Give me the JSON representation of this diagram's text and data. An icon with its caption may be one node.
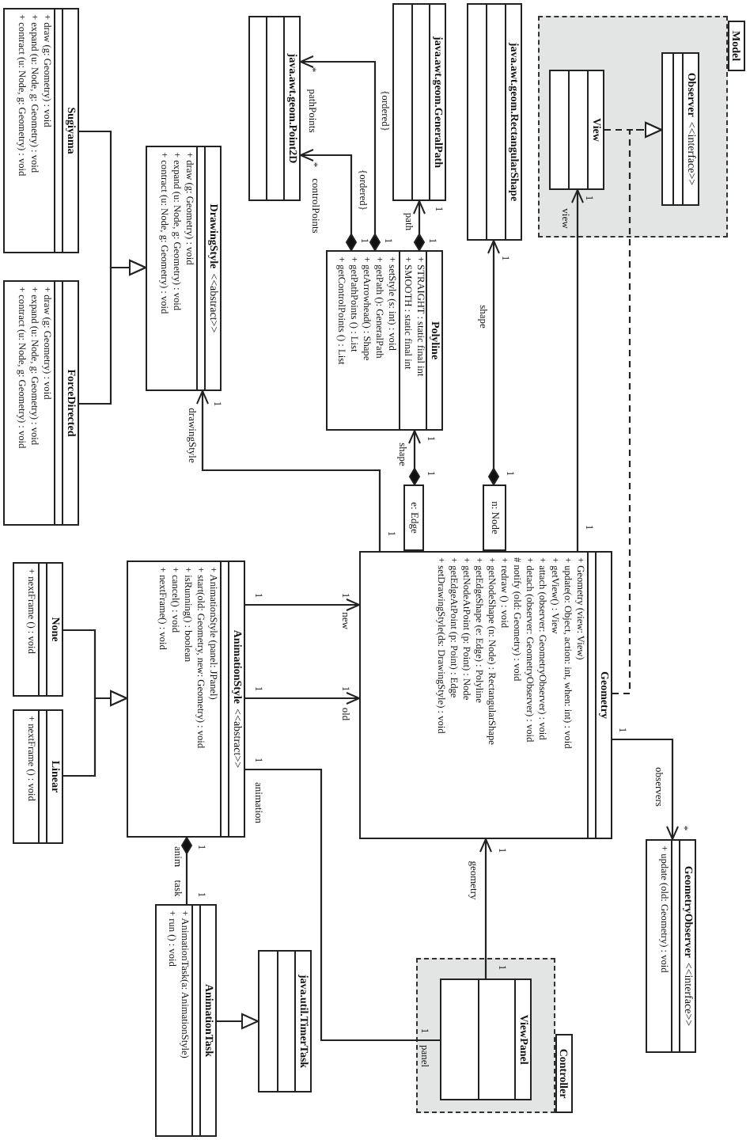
{
  "diagram": {
    "nodes": [
      {
        "text": [
          "Sugiyama",
          "+ draw (g: Geometry) : void",
          "+ expand (u: Node, g: Geometry) : void",
          "+ contract (u: Node, g: Geometry) : void"
        ]
      },
      {
        "text": [
          "ForceDirected",
          "+ draw (g: Geometry) : void",
          "+ expand (u: Node, g: Geometry) : void",
          "+ contract (u: Node, g: Geometry) : void"
        ]
      },
      {
        "text": [
          "DrawingStyle",
          "<<abstract>>",
          "+ draw (g: Geometry) : void",
          "+ expand (u: Node, g: Geometry) : void",
          "+ contract (u: Node, g: Geometry) : void"
        ]
      },
      {
        "text": [
          "java.awt.geom.Point2D"
        ]
      },
      {
        "text": [
          "Polyline",
          "+ STRAIGHT : static final int",
          "+ SMOOTH : static final int",
          "+ setStyle (s: int) : void",
          "+ getPath (): GeneralPath",
          "+ getArrowhead() : Shape",
          "+ getPathPoints () : List",
          "+ getControlPoints () : List"
        ]
      },
      {
        "text": [
          "java.awt.geom.GeneralPath"
        ]
      },
      {
        "text": [
          "java.awt.geom.RectangularShape"
        ]
      },
      {
        "text": [
          "Model"
        ]
      },
      {
        "in": 7,
        "text": [
          "View"
        ]
      },
      {
        "in": 7,
        "text": [
          "Observer",
          "<<interface>>"
        ]
      },
      {
        "text": [
          "e: Edge"
        ]
      },
      {
        "text": [
          "n: Node"
        ]
      },
      {
        "text": [
          "Geometry",
          "+ Geometry (view: View)",
          "+ update(o: Object, action: int, when: int) : void",
          "+ getView() : View",
          "+ attach (observer: GeometryObserver) : void",
          "+ detach (observer: GeometryObserver) : void",
          "# notify (old: Geometry) : void",
          "+ redraw () : void",
          "+ getNodeShape (n: Node) : RectangularShape",
          "+ getEdgeShape (e: Edge) : Polyline",
          "+ getNodeAtPoint (p: Point) : Node",
          "+ getEdgeAtPoint (p: Point) : Edge",
          "+ setDrawingStyle(ds: DrawingStyle) : void"
        ]
      },
      {
        "text": [
          "GeometryObserver",
          "<<interface>>",
          "+ update (old: Geometry) : void"
        ]
      },
      {
        "text": [
          "None",
          "+ nextFrame () : void"
        ]
      },
      {
        "text": [
          "Linear",
          "+ nextFrame () : void"
        ]
      },
      {
        "text": [
          "AnimationStyle",
          "<<abstract>>",
          "+ AnimationStyle (panel: JPanel)",
          "+ start(old: Geometry, new: Geometry) : void",
          "+ isRunning() : boolean",
          "+ cancel() : void",
          "+ nextFrame() : void"
        ]
      },
      {
        "text": [
          "AnimationTask",
          "+ AnimationTask(a: AnimationStyle)",
          "+ run () : void"
        ]
      },
      {
        "text": [
          "java.util.TimerTask"
        ]
      },
      {
        "text": [
          "Controller"
        ]
      },
      {
        "in": 19,
        "text": [
          "ViewPanel"
        ]
      }
    ],
    "edges": [
      {
        "from": 0,
        "to": 2,
        "arrow": "to"
      },
      {
        "from": 1,
        "to": 2,
        "arrow": "to"
      },
      {
        "from": 4,
        "to": 3,
        "arrow": "to",
        "label": "pathPoints"
      },
      {
        "from": 4,
        "to": 3,
        "arrow": "to",
        "label": "controlPoints"
      },
      {
        "from": 4,
        "to": 5,
        "arrow": "to",
        "label": "path"
      },
      {
        "from": 11,
        "to": 6,
        "arrow": "to",
        "label": "shape"
      },
      {
        "from": 10,
        "to": 4,
        "arrow": "to",
        "label": "shape"
      },
      {
        "from": 12,
        "to": 8,
        "arrow": "to",
        "label": "view"
      },
      {
        "from": 8,
        "to": 9,
        "arrow": "to",
        "style": "dashed"
      },
      {
        "from": 12,
        "to": 9,
        "arrow": "to",
        "style": "dashed"
      },
      {
        "from": 12,
        "to": 13,
        "arrow": "to",
        "label": "observers"
      },
      {
        "from": 12,
        "to": 2,
        "arrow": "to",
        "label": "drawingStyle"
      },
      {
        "from": 16,
        "to": 12,
        "arrow": "to",
        "label": "new"
      },
      {
        "from": 16,
        "to": 12,
        "arrow": "to",
        "label": "old"
      },
      {
        "from": 16,
        "to": 20,
        "arrow": "none",
        "label": "animation"
      },
      {
        "from": 20,
        "to": 12,
        "arrow": "to",
        "label": "geometry"
      },
      {
        "from": 16,
        "to": 17,
        "arrow": "other"
      },
      {
        "from": 17,
        "to": 18,
        "arrow": "to"
      },
      {
        "from": 14,
        "to": 16,
        "arrow": "to"
      },
      {
        "from": 15,
        "to": 16,
        "arrow": "to"
      }
    ],
    "labels": [
      "*",
      "*",
      "{ordered}",
      "{ordered}",
      "1",
      "1",
      "1",
      "1",
      "1",
      "1",
      "1",
      "1",
      "1",
      "1",
      "1",
      "1",
      "1",
      "1",
      "1",
      "1",
      "1",
      "1",
      "1",
      "1",
      "*",
      "1",
      "1",
      "1",
      "panel",
      "anim",
      "task"
    ]
  }
}
